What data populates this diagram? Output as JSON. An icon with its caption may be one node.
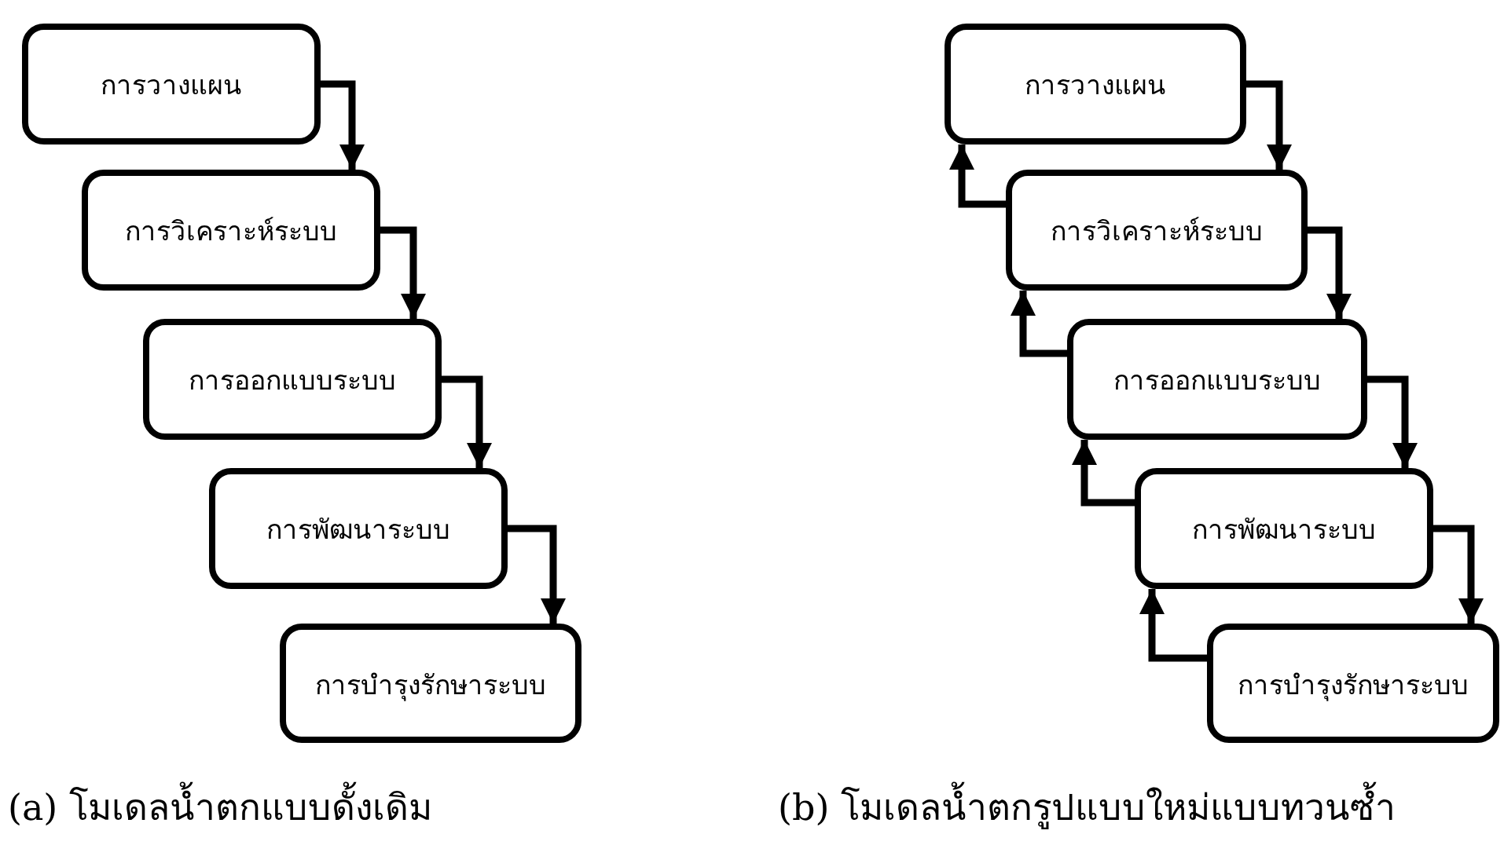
{
  "diagram": {
    "nodes": [
      {
        "text": [
          "การวางแผน"
        ]
      },
      {
        "text": [
          "การวิเคราะห์ระบบ"
        ]
      },
      {
        "text": [
          "การออกแบบระบบ"
        ]
      },
      {
        "text": [
          "การพัฒนาระบบ"
        ]
      },
      {
        "text": [
          "การบำรุงรักษาระบบ"
        ]
      },
      {
        "text": [
          "การวางแผน"
        ]
      },
      {
        "text": [
          "การวิเคราะห์ระบบ"
        ]
      },
      {
        "text": [
          "การออกแบบระบบ"
        ]
      },
      {
        "text": [
          "การพัฒนาระบบ"
        ]
      },
      {
        "text": [
          "การบำรุงรักษาระบบ"
        ]
      }
    ],
    "edges": [
      {
        "from": 0,
        "to": 1,
        "arrow": "to"
      },
      {
        "from": 1,
        "to": 2,
        "arrow": "to"
      },
      {
        "from": 2,
        "to": 3,
        "arrow": "to"
      },
      {
        "from": 3,
        "to": 4,
        "arrow": "to"
      },
      {
        "from": 5,
        "to": 6,
        "arrow": "to"
      },
      {
        "from": 6,
        "to": 7,
        "arrow": "to"
      },
      {
        "from": 7,
        "to": 8,
        "arrow": "to"
      },
      {
        "from": 8,
        "to": 9,
        "arrow": "to"
      },
      {
        "from": 6,
        "to": 5,
        "arrow": "to"
      },
      {
        "from": 7,
        "to": 6,
        "arrow": "to"
      },
      {
        "from": 8,
        "to": 7,
        "arrow": "to"
      },
      {
        "from": 9,
        "to": 8,
        "arrow": "to"
      }
    ],
    "labels": [
      "(a) โมเดลน้ำตกแบบดั้งเดิม",
      "(b) โมเดลน้ำตกรูปแบบใหม่แบบทวนซ้ำ"
    ]
  }
}
